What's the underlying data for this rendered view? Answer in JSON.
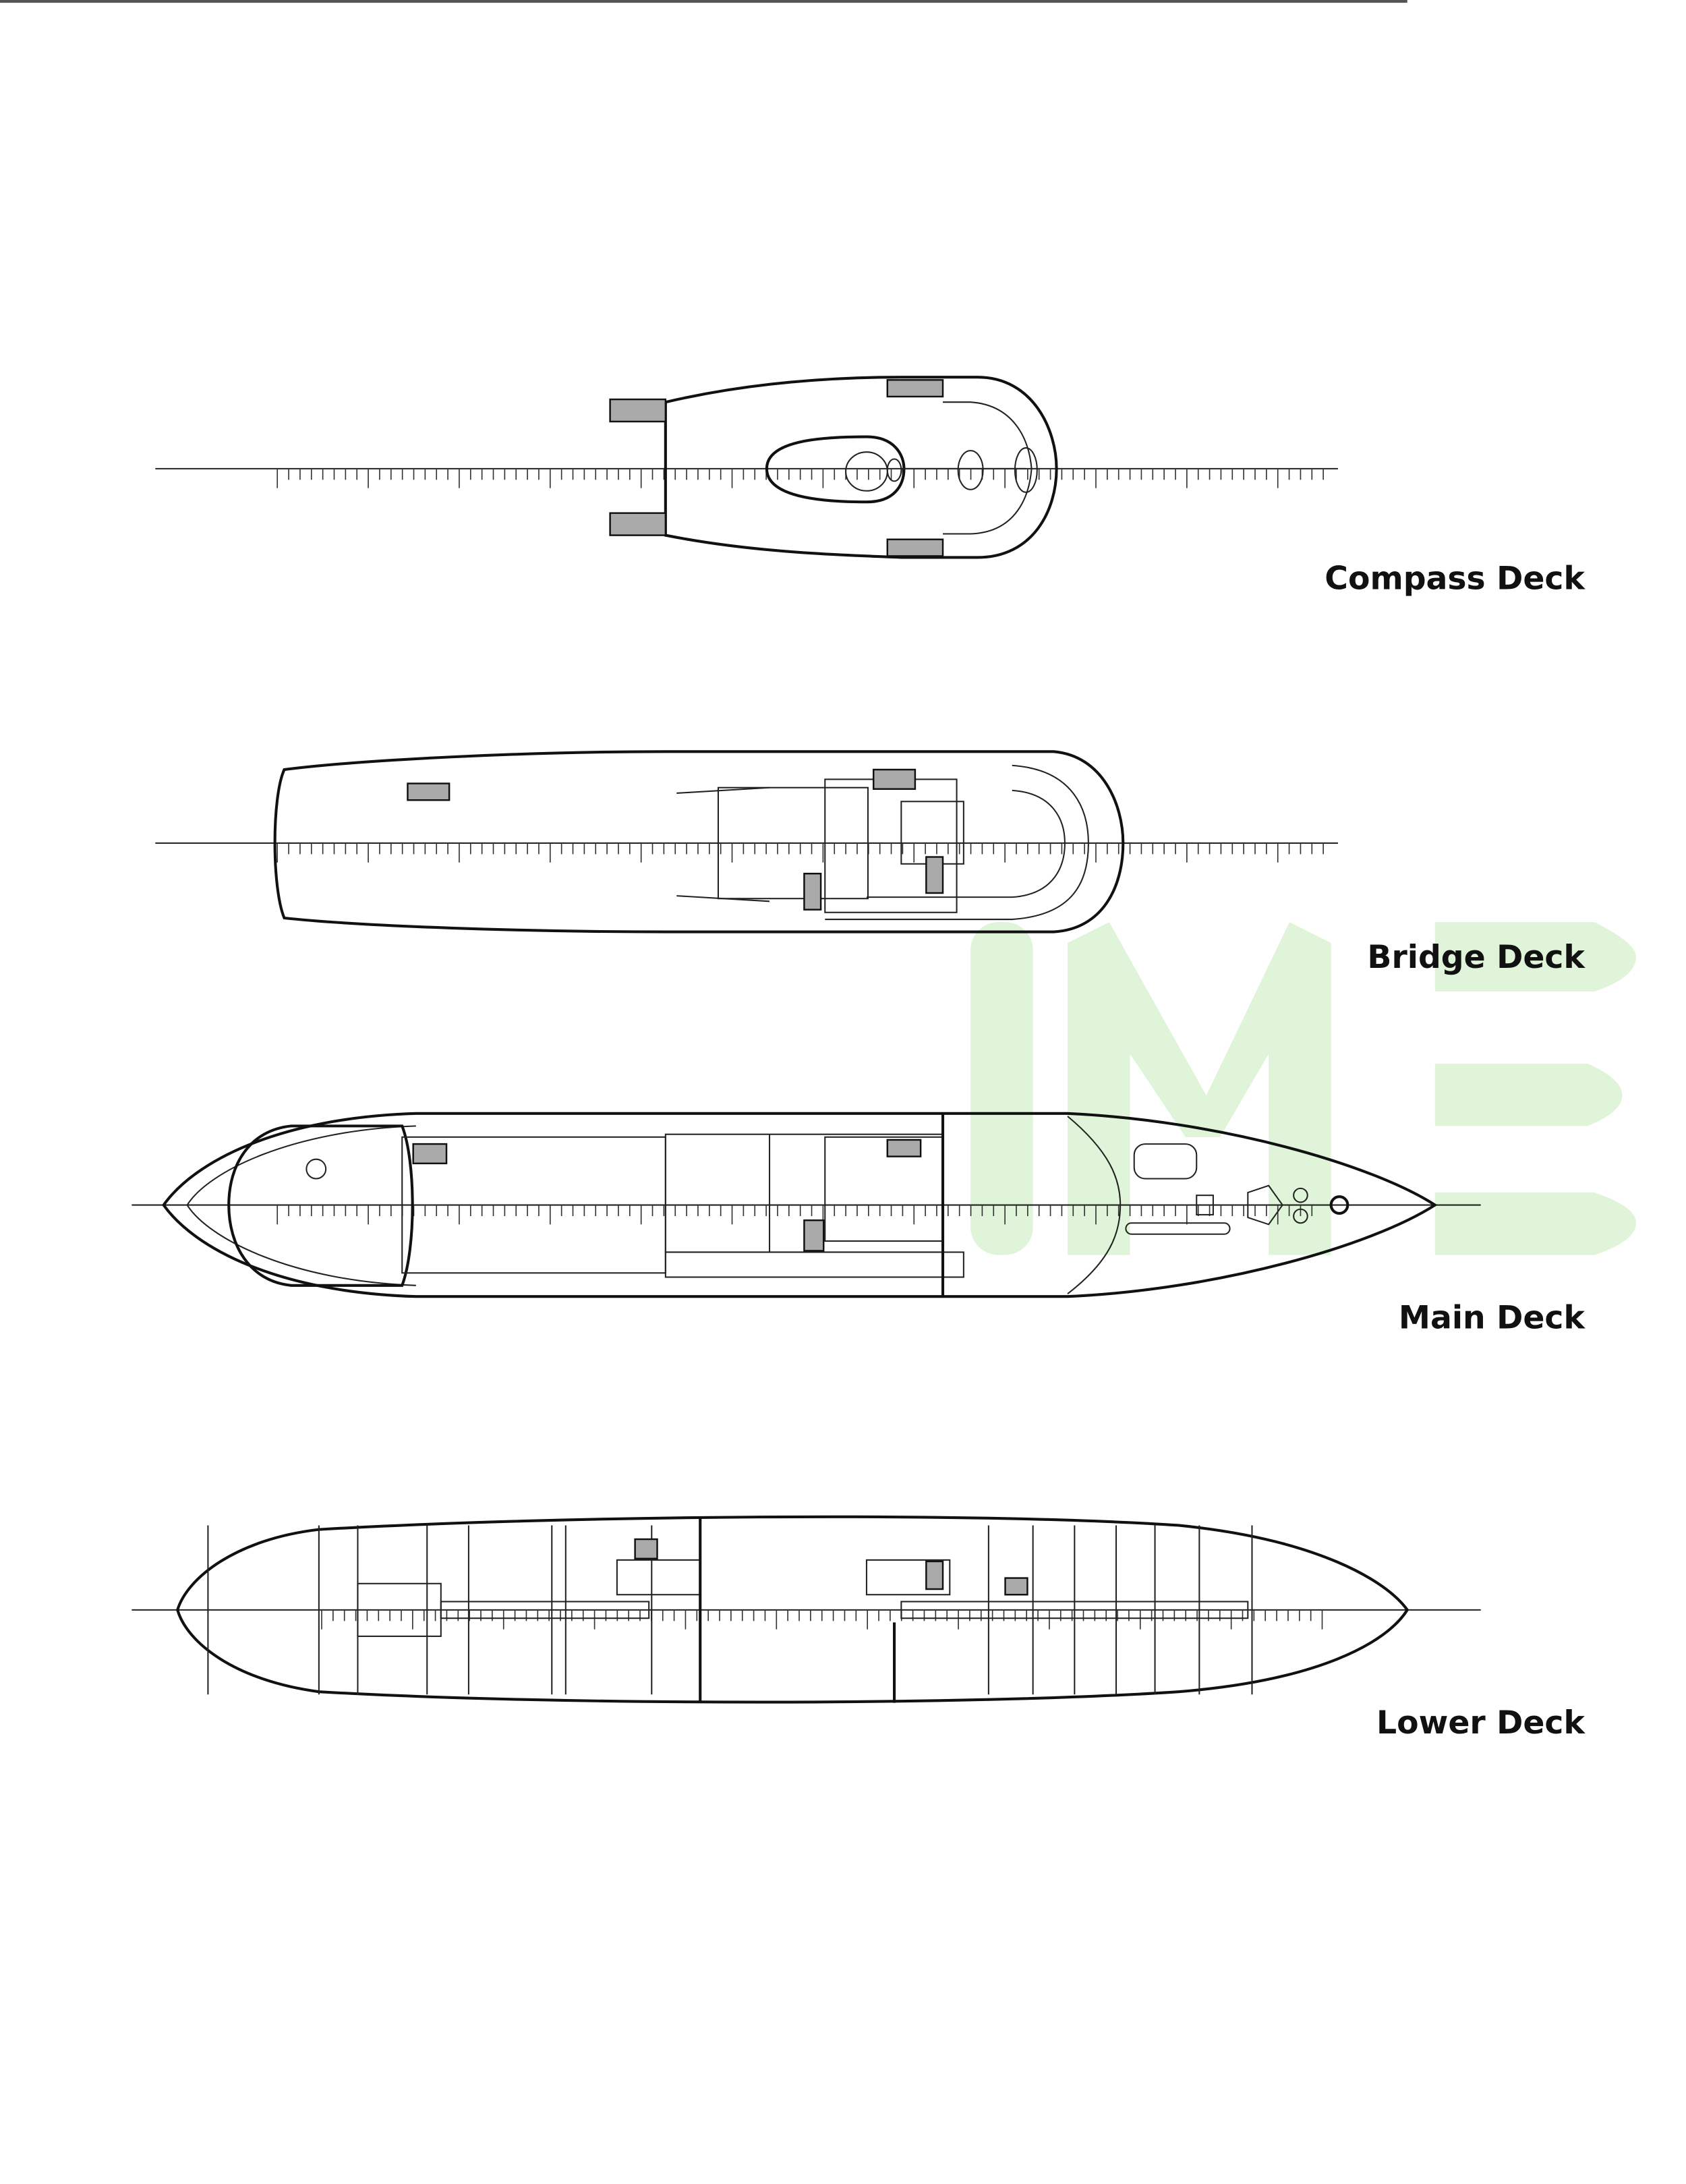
{
  "decks": [
    {
      "name": "Compass Deck"
    },
    {
      "name": "Bridge Deck"
    },
    {
      "name": "Main Deck"
    },
    {
      "name": "Lower Deck"
    }
  ],
  "watermark": {
    "text": "IME",
    "color": "#dff4d9"
  }
}
